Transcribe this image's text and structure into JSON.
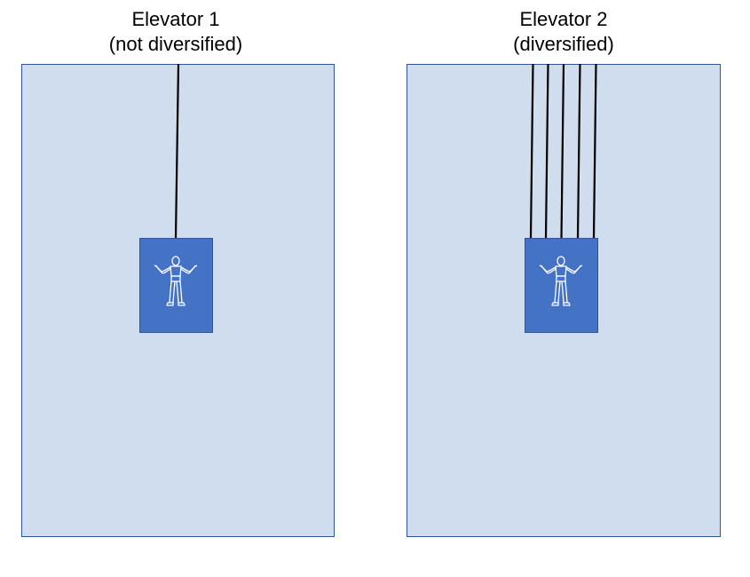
{
  "elevator1": {
    "title": "Elevator 1",
    "subtitle": "(not diversified)",
    "cable_count": 1
  },
  "elevator2": {
    "title": "Elevator 2",
    "subtitle": "(diversified)",
    "cable_count": 5
  },
  "colors": {
    "shaft": "#d0ddef",
    "shaft_border": "#2f5597",
    "car": "#4472c4",
    "cable": "#000000",
    "figure": "#ffffff"
  }
}
